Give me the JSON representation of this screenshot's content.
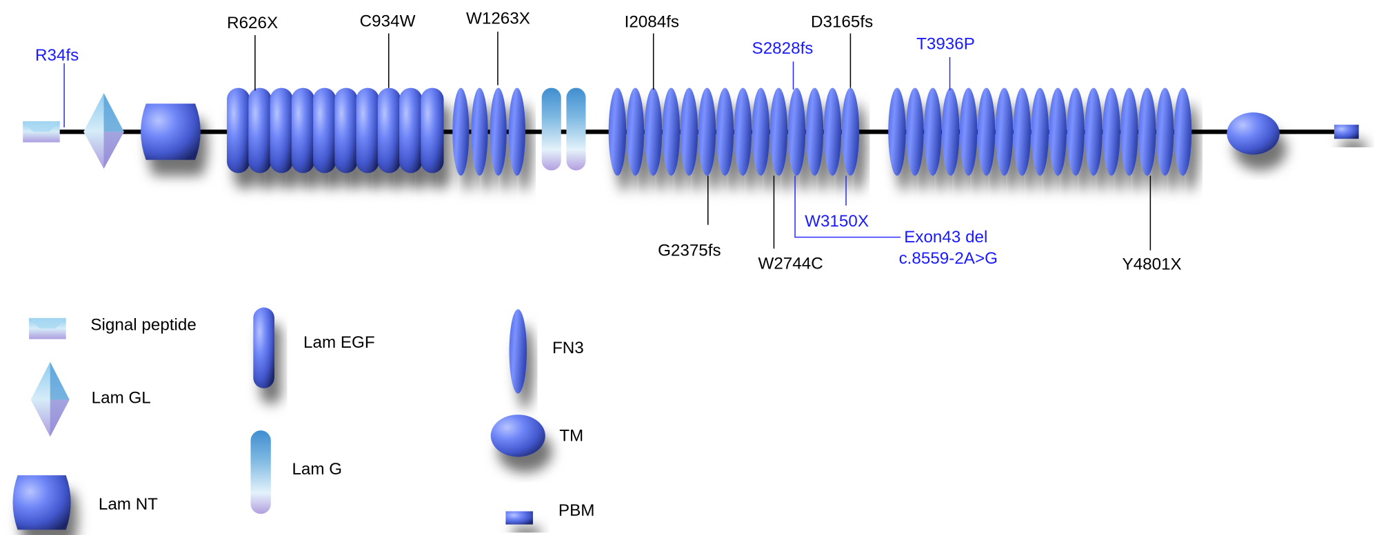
{
  "colors": {
    "domain": "#6a82f5",
    "domain_dark": "#1e2a70",
    "backbone": "#000000",
    "mutation_black": "#000000",
    "mutation_blue": "#1a1aff"
  },
  "domains": [
    {
      "type": "Signal peptide",
      "count": 1
    },
    {
      "type": "Lam GL",
      "count": 1
    },
    {
      "type": "Lam NT",
      "count": 1
    },
    {
      "type": "Lam EGF",
      "count": 10
    },
    {
      "type": "FN3",
      "count": 4
    },
    {
      "type": "Lam G",
      "count": 2
    },
    {
      "type": "FN3",
      "count": 14
    },
    {
      "type": "FN3",
      "count": 17
    },
    {
      "type": "TM",
      "count": 1
    },
    {
      "type": "PBM",
      "count": 1
    }
  ],
  "mutations": {
    "r34fs": "R34fs",
    "r626x": "R626X",
    "c934w": "C934W",
    "w1263x": "W1263X",
    "i2084fs": "I2084fs",
    "s2828fs": "S2828fs",
    "d3165fs": "D3165fs",
    "t3936p": "T3936P",
    "g2375fs": "G2375fs",
    "w2744c": "W2744C",
    "w3150x": "W3150X",
    "exon43_line1": "Exon43 del",
    "exon43_line2": "c.8559-2A>G",
    "y4801x": "Y4801X"
  },
  "legend": {
    "signal_peptide": "Signal peptide",
    "lam_gl": "Lam GL",
    "lam_nt": "Lam NT",
    "lam_egf": "Lam EGF",
    "lam_g": "Lam G",
    "fn3": "FN3",
    "tm": "TM",
    "pbm": "PBM"
  }
}
